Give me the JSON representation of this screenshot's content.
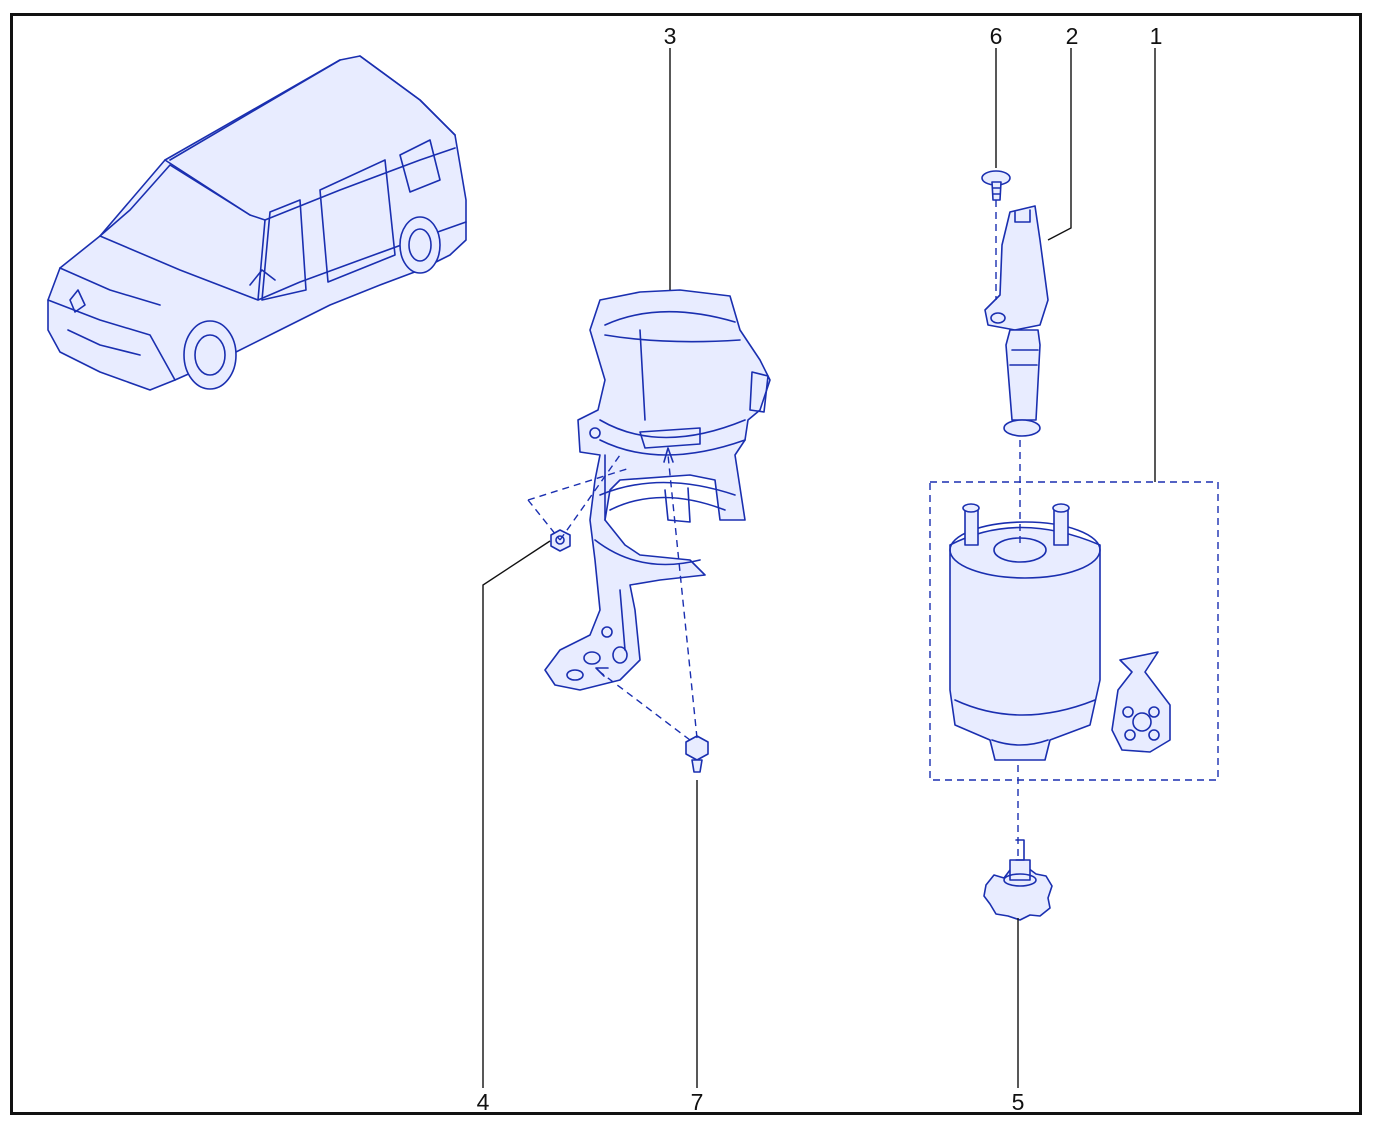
{
  "diagram": {
    "type": "exploded-parts-diagram",
    "colors": {
      "ink": "#1a2fb0",
      "fill": "#e8ecff",
      "frame": "#111111",
      "callout_text": "#111111"
    },
    "vehicle_icon": "minivan-icon",
    "callouts": [
      {
        "id": "1",
        "label": "1",
        "part_icon": "fuel-filter-cartridge-icon"
      },
      {
        "id": "2",
        "label": "2",
        "part_icon": "filter-head-heater-icon"
      },
      {
        "id": "3",
        "label": "3",
        "part_icon": "filter-mounting-bracket-icon"
      },
      {
        "id": "4",
        "label": "4",
        "part_icon": "nut-icon"
      },
      {
        "id": "5",
        "label": "5",
        "part_icon": "drain-plug-icon"
      },
      {
        "id": "6",
        "label": "6",
        "part_icon": "screw-icon"
      },
      {
        "id": "7",
        "label": "7",
        "part_icon": "bolt-icon"
      }
    ]
  }
}
